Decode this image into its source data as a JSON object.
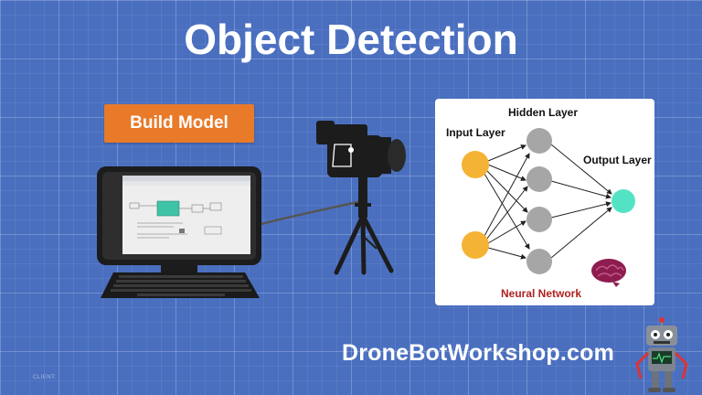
{
  "title": "Object Detection",
  "build_button": {
    "label": "Build Model"
  },
  "neural_network": {
    "hidden_label": "Hidden Layer",
    "input_label": "Input Layer",
    "output_label": "Output Layer",
    "caption": "Neural Network",
    "colors": {
      "input": "#f5b335",
      "hidden": "#a6a6a6",
      "output": "#53e3c4"
    }
  },
  "footer": {
    "text": "DroneBotWorkshop.com"
  },
  "client_tag": "CLIENT:",
  "icons": [
    "computer-monitor-icon",
    "keyboard-icon",
    "video-camera-icon",
    "tripod-icon",
    "brain-icon",
    "robot-mascot-icon"
  ]
}
